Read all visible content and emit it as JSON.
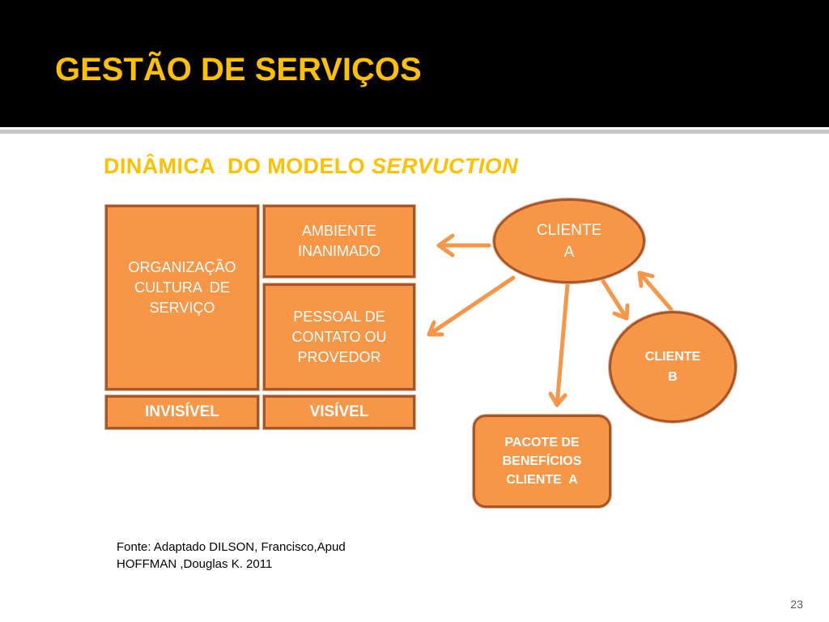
{
  "slide": {
    "title": "GESTÃO DE SERVIÇOS",
    "subtitle": "DINÂMICA  DO MODELO ",
    "subtitle_emphasis": "SERVUCTION",
    "page_number": "23"
  },
  "diagram": {
    "organizacao": {
      "lines": [
        "ORGANIZAÇÃO",
        "CULTURA  DE",
        "SERVIÇO"
      ]
    },
    "ambiente": {
      "lines": [
        "AMBIENTE",
        "INANIMADO"
      ]
    },
    "pessoal": {
      "lines": [
        "PESSOAL DE",
        "CONTATO OU",
        "PROVEDOR"
      ]
    },
    "invisivel": "INVISÍVEL",
    "visivel": "VISÍVEL",
    "cliente_a": {
      "lines": [
        "CLIENTE",
        "A"
      ]
    },
    "cliente_b": {
      "lines": [
        "CLIENTE",
        "B"
      ]
    },
    "pacote": {
      "lines": [
        "PACOTE DE",
        "BENEFÍCIOS",
        "CLIENTE  A"
      ]
    }
  },
  "source": {
    "lines": [
      "Fonte: Adaptado DILSON, Francisco,Apud",
      "HOFFMAN ,Douglas K. 2011"
    ]
  },
  "colors": {
    "header_bg": "#000000",
    "title": "#ffc000",
    "subtitle": "#ffc000",
    "accent_fill": "#f79646",
    "accent_border": "#a9552a",
    "arrow": "#f79646",
    "divider": "#c4c4c4",
    "text_light": "#ffffff",
    "text_dark": "#000000",
    "page_number": "#595959"
  }
}
